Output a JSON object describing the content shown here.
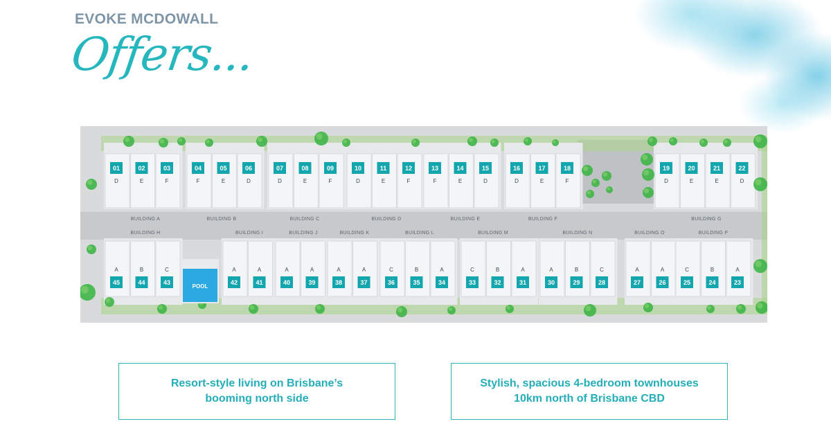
{
  "header": {
    "brand": "EVOKE MCDOWALL",
    "tagline": "Offers..."
  },
  "site_plan": {
    "pool_label": "POOL",
    "buildings_top": [
      "BUILDING A",
      "BUILDING B",
      "BUILDING C",
      "BUILDING D",
      "BUILDING E",
      "BUILDING F",
      "BUILDING G"
    ],
    "buildings_bottom": [
      "BUILDING H",
      "BUILDING I",
      "BUILDING J",
      "BUILDING K",
      "BUILDING L",
      "BUILDING M",
      "BUILDING N",
      "BUILDING O",
      "BUILDING P"
    ],
    "units_top": [
      {
        "num": "01",
        "type": "D"
      },
      {
        "num": "02",
        "type": "E"
      },
      {
        "num": "03",
        "type": "F"
      },
      {
        "num": "04",
        "type": "F"
      },
      {
        "num": "05",
        "type": "E"
      },
      {
        "num": "06",
        "type": "D"
      },
      {
        "num": "07",
        "type": "D"
      },
      {
        "num": "08",
        "type": "E"
      },
      {
        "num": "09",
        "type": "F"
      },
      {
        "num": "10",
        "type": "D"
      },
      {
        "num": "11",
        "type": "E"
      },
      {
        "num": "12",
        "type": "F"
      },
      {
        "num": "13",
        "type": "F"
      },
      {
        "num": "14",
        "type": "E"
      },
      {
        "num": "15",
        "type": "D"
      },
      {
        "num": "16",
        "type": "D"
      },
      {
        "num": "17",
        "type": "E"
      },
      {
        "num": "18",
        "type": "F"
      },
      {
        "num": "19",
        "type": "D"
      },
      {
        "num": "20",
        "type": "E"
      },
      {
        "num": "21",
        "type": "E"
      },
      {
        "num": "22",
        "type": "D"
      }
    ],
    "units_bottom": [
      {
        "num": "45",
        "type": "A"
      },
      {
        "num": "44",
        "type": "B"
      },
      {
        "num": "43",
        "type": "C"
      },
      {
        "num": "42",
        "type": "A"
      },
      {
        "num": "41",
        "type": "A"
      },
      {
        "num": "40",
        "type": "A"
      },
      {
        "num": "39",
        "type": "A"
      },
      {
        "num": "38",
        "type": "A"
      },
      {
        "num": "37",
        "type": "A"
      },
      {
        "num": "36",
        "type": "C"
      },
      {
        "num": "35",
        "type": "B"
      },
      {
        "num": "34",
        "type": "A"
      },
      {
        "num": "33",
        "type": "C"
      },
      {
        "num": "32",
        "type": "B"
      },
      {
        "num": "31",
        "type": "A"
      },
      {
        "num": "30",
        "type": "A"
      },
      {
        "num": "29",
        "type": "B"
      },
      {
        "num": "28",
        "type": "C"
      },
      {
        "num": "27",
        "type": "A"
      },
      {
        "num": "26",
        "type": "A"
      },
      {
        "num": "25",
        "type": "C"
      },
      {
        "num": "24",
        "type": "B"
      },
      {
        "num": "23",
        "type": "A"
      }
    ]
  },
  "callouts": [
    {
      "text": "Resort-style living on Brisbane’s\nbooming north side"
    },
    {
      "text": "Stylish, spacious 4-bedroom townhouses\n10km north of Brisbane CBD"
    }
  ],
  "colors": {
    "accent": "#26b6bd",
    "badge": "#14a6ae",
    "grass": "#a9d58a",
    "tree": "#3fb548",
    "road": "#c7c9cb",
    "roof": "#f4f5f6"
  }
}
